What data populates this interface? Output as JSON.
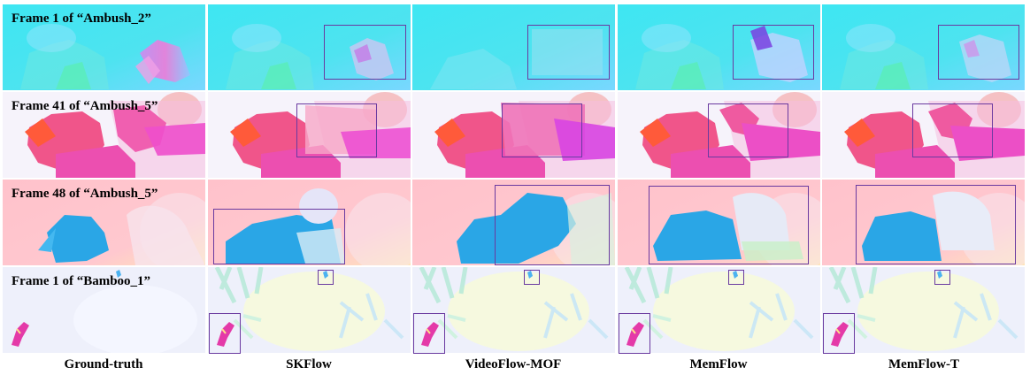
{
  "columns": [
    "Ground-truth",
    "SKFlow",
    "VideoFlow-MOF",
    "MemFlow",
    "MemFlow-T"
  ],
  "rows": [
    {
      "label": "Frame 1 of  “Ambush_2”",
      "scene": "ambush2"
    },
    {
      "label": "Frame 41 of “Ambush_5”",
      "scene": "ambush5a"
    },
    {
      "label": "Frame 48 of “Ambush_5”",
      "scene": "ambush5b"
    },
    {
      "label": "Frame 1 of “Bamboo_1”",
      "scene": "bamboo1"
    }
  ],
  "colors": {
    "highlight_box": "#6a3aa0",
    "ambush2_bg": "#4ee3f0",
    "ambush5a_bg": "#f6f3fb",
    "ambush5a_subject": "#f0558a",
    "ambush5b_bg": "#ffc8cf",
    "ambush5b_subject": "#2aa6e6",
    "bamboo1_bg": "#eef0fb",
    "bamboo1_subject": "#e43aa8"
  }
}
